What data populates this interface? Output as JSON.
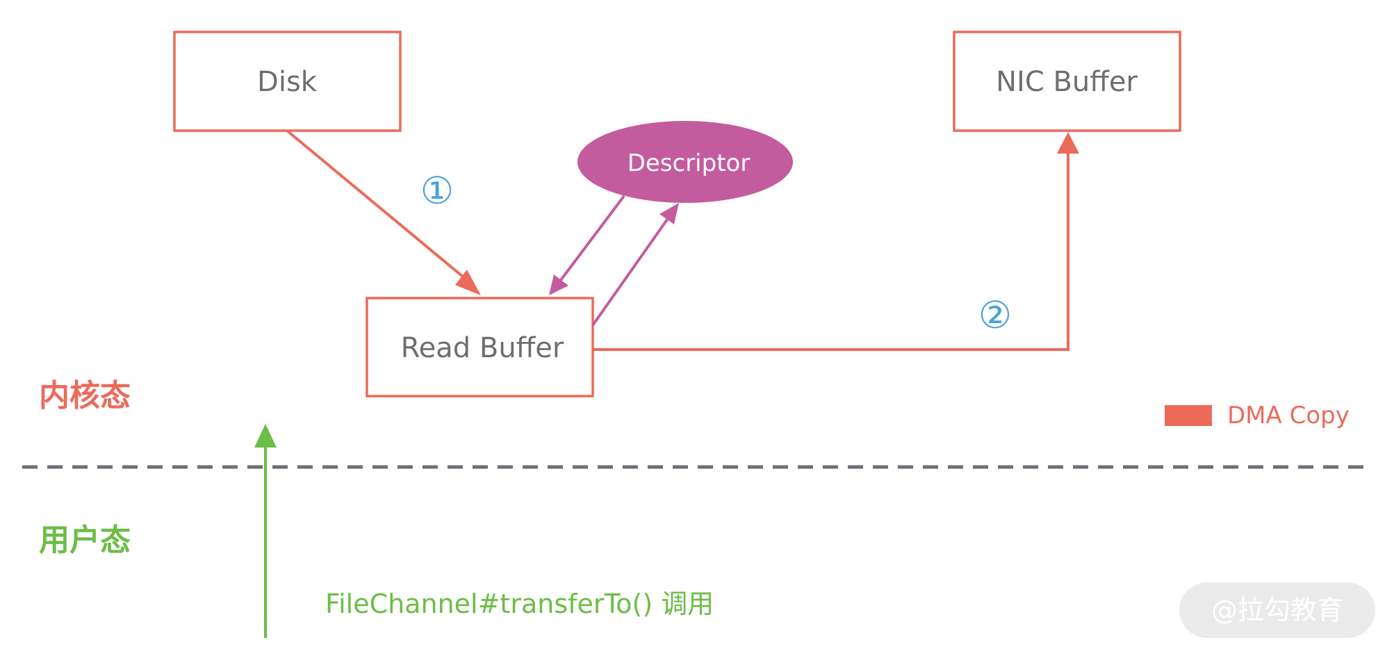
{
  "colors": {
    "dma": "#ec6a5a",
    "cpu": "#c35c9e",
    "call": "#6cbd45",
    "step": "#4aa3d6",
    "text": "#6e6e6e",
    "divider": "#6e6e76"
  },
  "nodes": {
    "disk": "Disk",
    "nic_buffer": "NIC Buffer",
    "descriptor": "Descriptor",
    "read_buffer": "Read Buffer"
  },
  "steps": {
    "step1": "①",
    "step2": "②"
  },
  "zones": {
    "kernel": "内核态",
    "user": "用户态"
  },
  "legend": {
    "dma_label": "DMA Copy"
  },
  "call_label": "FileChannel#transferTo() 调用",
  "watermark": "@拉勾教育"
}
